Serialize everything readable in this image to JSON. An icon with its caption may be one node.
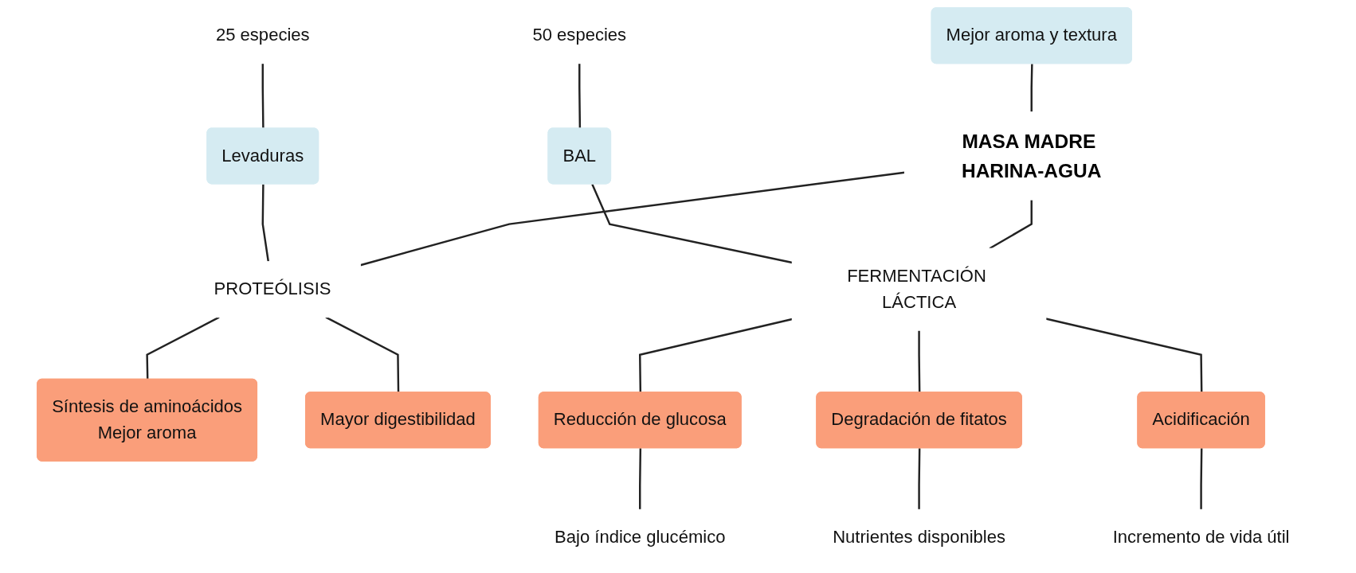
{
  "diagram": {
    "nodes": [
      {
        "text": [
          "25 especies"
        ]
      },
      {
        "text": [
          "Levaduras"
        ]
      },
      {
        "text": [
          "Mejor aroma y textura"
        ]
      },
      {
        "text": [
          "50 especies"
        ]
      },
      {
        "text": [
          "BAL"
        ]
      },
      {
        "text": [
          "MASA MADRE HARINA-AGUA"
        ]
      },
      {
        "text": [
          "PROTEÓLISIS"
        ]
      },
      {
        "text": [
          "FERMENTACIÓN LÁCTICA"
        ]
      },
      {
        "text": [
          "Síntesis de aminoácidos",
          "Mejor aroma"
        ]
      },
      {
        "text": [
          "Mayor digestibilidad"
        ]
      },
      {
        "text": [
          "Reducción de glucosa"
        ]
      },
      {
        "text": [
          "Degradación de fitatos"
        ]
      },
      {
        "text": [
          "Acidificación"
        ]
      },
      {
        "text": [
          "Bajo índice glucémico"
        ]
      },
      {
        "text": [
          "Nutrientes disponibles"
        ]
      },
      {
        "text": [
          "Incremento de vida útil"
        ]
      }
    ],
    "edges": [
      {
        "from": 0,
        "to": 1,
        "arrow": "none"
      },
      {
        "from": 2,
        "to": 5,
        "arrow": "none"
      },
      {
        "from": 3,
        "to": 4,
        "arrow": "none"
      },
      {
        "from": 1,
        "to": 6,
        "arrow": "none"
      },
      {
        "from": 5,
        "to": 6,
        "arrow": "none"
      },
      {
        "from": 4,
        "to": 7,
        "arrow": "none"
      },
      {
        "from": 5,
        "to": 7,
        "arrow": "none"
      },
      {
        "from": 6,
        "to": 8,
        "arrow": "none"
      },
      {
        "from": 6,
        "to": 9,
        "arrow": "none"
      },
      {
        "from": 7,
        "to": 10,
        "arrow": "none"
      },
      {
        "from": 7,
        "to": 11,
        "arrow": "none"
      },
      {
        "from": 7,
        "to": 12,
        "arrow": "none"
      },
      {
        "from": 10,
        "to": 13,
        "arrow": "none"
      },
      {
        "from": 11,
        "to": 14,
        "arrow": "none"
      },
      {
        "from": 12,
        "to": 15,
        "arrow": "none"
      }
    ]
  }
}
